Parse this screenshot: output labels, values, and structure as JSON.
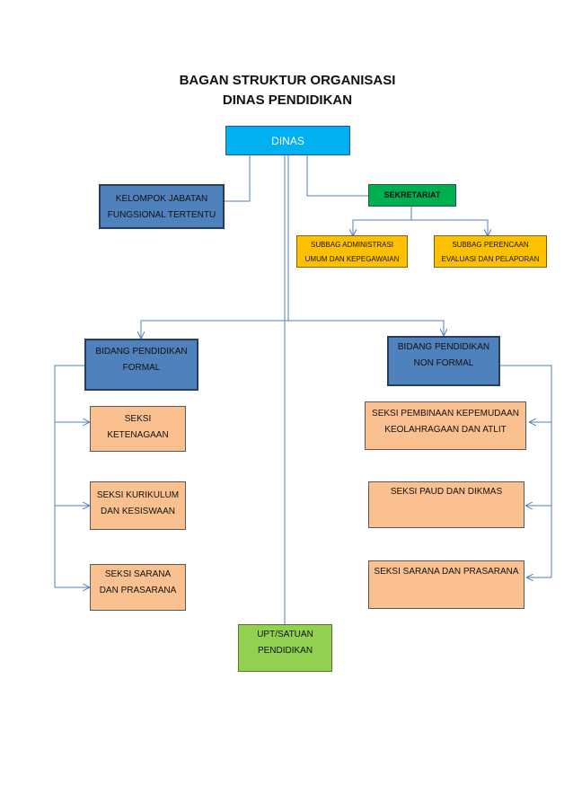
{
  "header": {
    "title_line1": "BAGAN STRUKTUR ORGANISASI",
    "title_line2": "DINAS PENDIDIKAN"
  },
  "units": {
    "dinas": "DINAS",
    "kelompok_jabatan_line1": "KELOMPOK JABATAN",
    "kelompok_jabatan_line2": "FUNGSIONAL TERTENTU",
    "sekretariat": "SEKRETARIAT",
    "subbag_admin_line1": "SUBBAG ADMINISTRASI",
    "subbag_admin_line2": "UMUM DAN KEPEGAWAIAN",
    "subbag_perencanaan_line1": "SUBBAG PERENCAAN",
    "subbag_perencanaan_line2": "EVALUASI DAN PELAPORAN",
    "bidang_formal_line1": "BIDANG PENDIDIKAN",
    "bidang_formal_line2": "FORMAL",
    "bidang_nonformal_line1": "BIDANG PENDIDIKAN",
    "bidang_nonformal_line2": "NON FORMAL",
    "seksi_ketenagaan_line1": "SEKSI",
    "seksi_ketenagaan_line2": "KETENAGAAN",
    "seksi_kurikulum_line1": "SEKSI KURIKULUM",
    "seksi_kurikulum_line2": "DAN KESISWAAN",
    "seksi_sarana_formal_line1": "SEKSI SARANA",
    "seksi_sarana_formal_line2": "DAN PRASARANA",
    "seksi_pembinaan_line1": "SEKSI PEMBINAAN KEPEMUDAAN",
    "seksi_pembinaan_line2": "KEOLAHRAGAAN DAN ATLIT",
    "seksi_paud": "SEKSI PAUD DAN DIKMAS",
    "seksi_sarana_nonformal": "SEKSI SARANA DAN PRASARANA",
    "upt_line1": "UPT/SATUAN",
    "upt_line2": "PENDIDIKAN"
  },
  "colors": {
    "dinas": "#00b0f0",
    "bidang": "#4f81bd",
    "sekretariat": "#00b050",
    "subbag": "#ffc000",
    "seksi": "#fac090",
    "upt": "#92d050",
    "connector": "#4f81bd"
  }
}
